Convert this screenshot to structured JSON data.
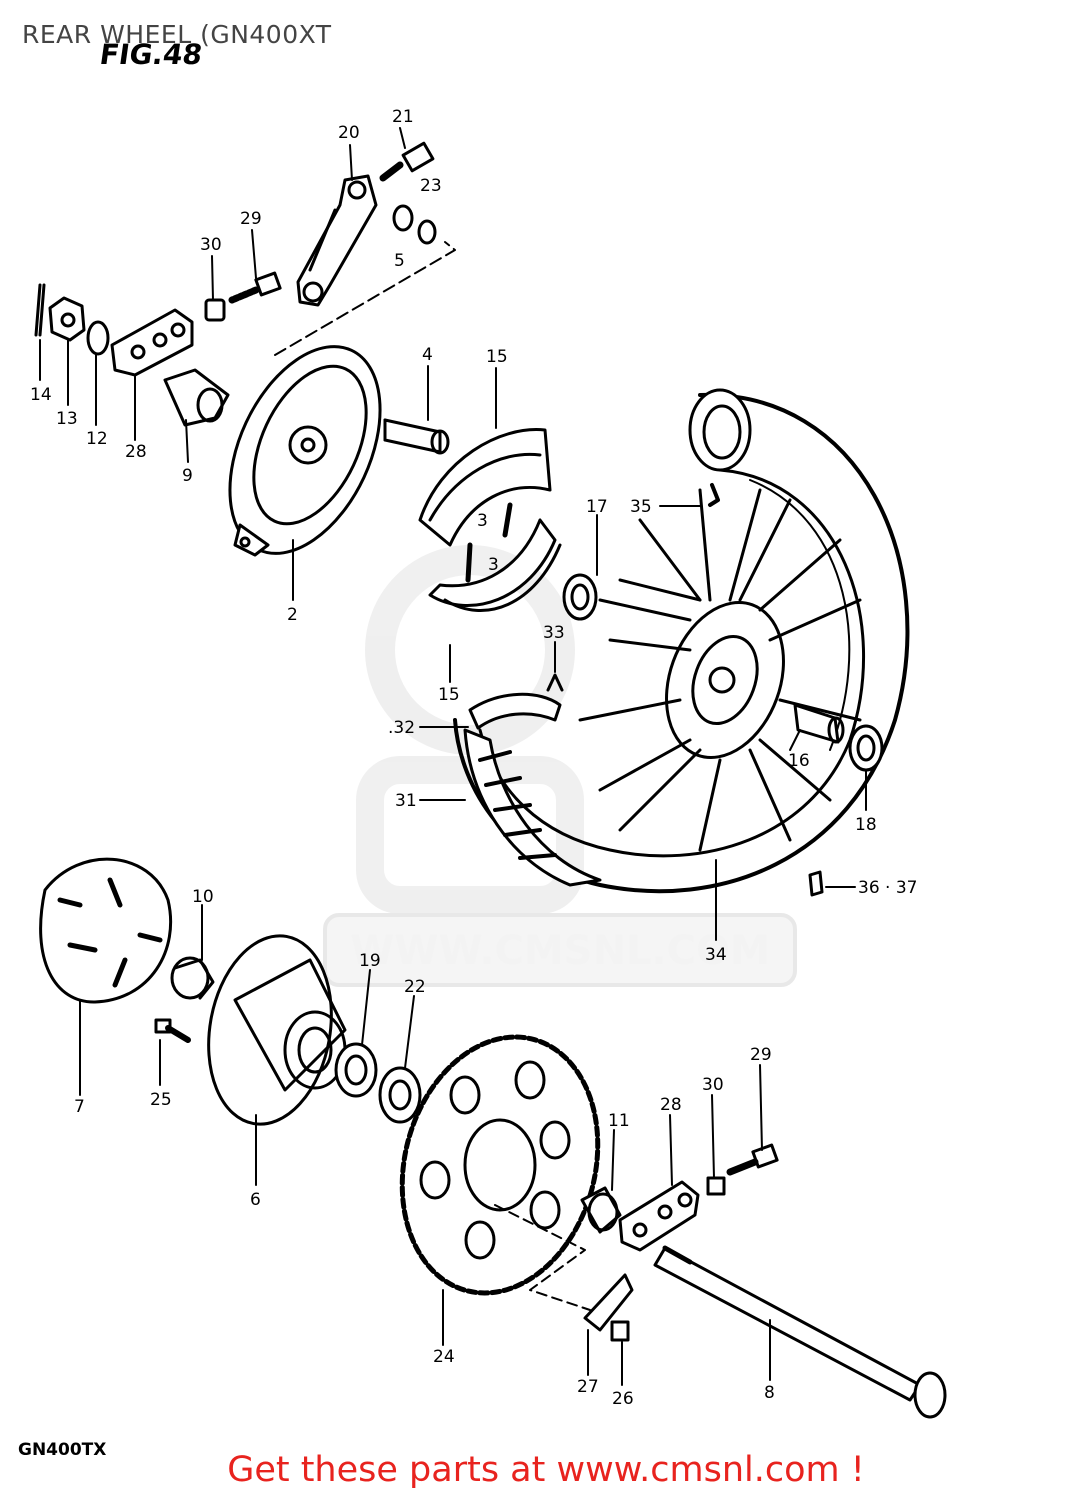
{
  "header": {
    "title": "REAR WHEEL (GN400XT"
  },
  "figure": {
    "label": "FIG.48"
  },
  "watermark": {
    "text": "WWW.CMSNL.COM"
  },
  "model": "GN400TX",
  "footer": {
    "text": "Get these parts at www.cmsnl.com !",
    "color": "#e8231e"
  },
  "callouts": [
    {
      "id": "c1",
      "text": "21"
    },
    {
      "id": "c2",
      "text": "20"
    },
    {
      "id": "c3",
      "text": "23"
    },
    {
      "id": "c4",
      "text": "29"
    },
    {
      "id": "c5",
      "text": "30"
    },
    {
      "id": "c6",
      "text": "5"
    },
    {
      "id": "c7",
      "text": "14"
    },
    {
      "id": "c8",
      "text": "13"
    },
    {
      "id": "c9",
      "text": "12"
    },
    {
      "id": "c10",
      "text": "28"
    },
    {
      "id": "c11",
      "text": "9"
    },
    {
      "id": "c12",
      "text": "4"
    },
    {
      "id": "c13",
      "text": "15"
    },
    {
      "id": "c14",
      "text": "3"
    },
    {
      "id": "c15",
      "text": "3"
    },
    {
      "id": "c16",
      "text": "2"
    },
    {
      "id": "c17",
      "text": "17"
    },
    {
      "id": "c18",
      "text": "35"
    },
    {
      "id": "c19",
      "text": "33"
    },
    {
      "id": "c20",
      "text": "15"
    },
    {
      "id": "c21",
      "text": ".32"
    },
    {
      "id": "c22",
      "text": "31"
    },
    {
      "id": "c23",
      "text": "16"
    },
    {
      "id": "c24",
      "text": "18"
    },
    {
      "id": "c25",
      "text": "34"
    },
    {
      "id": "c26",
      "text": "36 · 37"
    },
    {
      "id": "c27",
      "text": "10"
    },
    {
      "id": "c28",
      "text": "7"
    },
    {
      "id": "c29",
      "text": "25"
    },
    {
      "id": "c30",
      "text": "19"
    },
    {
      "id": "c31",
      "text": "22"
    },
    {
      "id": "c32",
      "text": "6"
    },
    {
      "id": "c33",
      "text": "29"
    },
    {
      "id": "c34",
      "text": "30"
    },
    {
      "id": "c35",
      "text": "28"
    },
    {
      "id": "c36",
      "text": "11"
    },
    {
      "id": "c37",
      "text": "24"
    },
    {
      "id": "c38",
      "text": "27"
    },
    {
      "id": "c39",
      "text": "26"
    },
    {
      "id": "c40",
      "text": "8"
    }
  ]
}
